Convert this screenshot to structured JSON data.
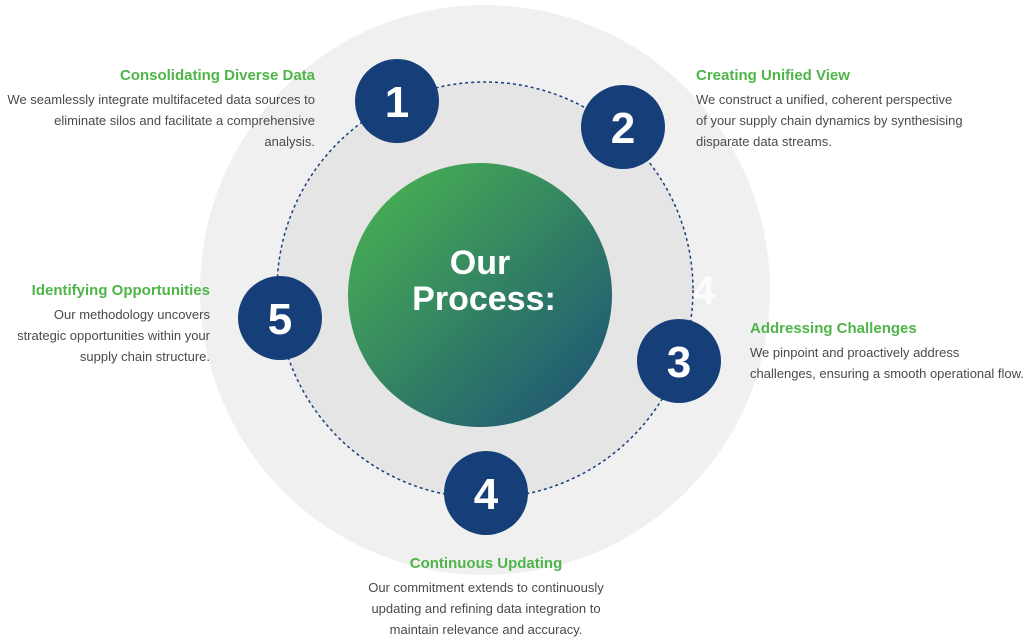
{
  "center": {
    "line1": "Our",
    "line2": "Process:"
  },
  "ghost_number": "4",
  "colors": {
    "step_circle": "#163f7a",
    "title_green": "#4fb548",
    "outer_ring": "#f0f0f0",
    "inner_ring": "#e5e5e5",
    "gradient_start": "#4cb84e",
    "gradient_end": "#1b4f78"
  },
  "steps": [
    {
      "number": "1",
      "title": "Consolidating Diverse Data",
      "body_lines": [
        "We seamlessly integrate multifaceted data sources to",
        "eliminate silos and facilitate a comprehensive analysis."
      ]
    },
    {
      "number": "2",
      "title": "Creating Unified View",
      "body_lines": [
        "We construct a unified, coherent perspective",
        "of your supply chain dynamics by synthesising",
        "disparate data streams."
      ]
    },
    {
      "number": "3",
      "title": "Addressing Challenges",
      "body_lines": [
        "We pinpoint and proactively address",
        "challenges, ensuring a smooth operational flow."
      ]
    },
    {
      "number": "4",
      "title": "Continuous Updating",
      "body_lines": [
        "Our commitment extends to continuously",
        "updating and refining data integration to",
        "maintain relevance and accuracy."
      ]
    },
    {
      "number": "5",
      "title": "Identifying Opportunities",
      "body_lines": [
        "Our methodology uncovers",
        "strategic opportunities within your",
        "supply chain structure."
      ]
    }
  ]
}
